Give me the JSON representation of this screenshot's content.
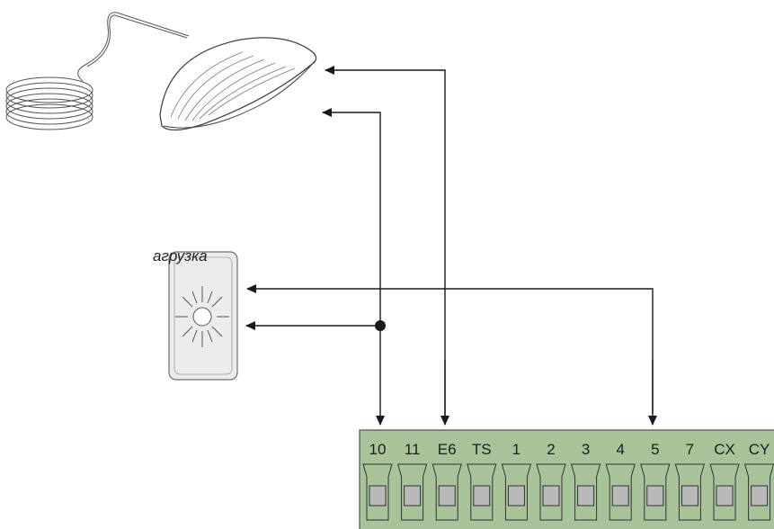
{
  "caption": "агрузка",
  "terminal_block": {
    "fill_color": "#a8c29a",
    "terminals": [
      "10",
      "11",
      "E6",
      "TS",
      "1",
      "2",
      "3",
      "4",
      "5",
      "7",
      "CX",
      "CY"
    ]
  },
  "colors": {
    "line": "#1a1a1a",
    "device_fill": "#ececec",
    "device_stroke": "#6e6e6e",
    "terminal_fill": "#a8c29a",
    "slot_fill": "#b9b9b9"
  },
  "devices": {
    "loop_detector": "antenna-coil-with-cable",
    "lamp": "flashing-lamp-with-light-rays"
  }
}
